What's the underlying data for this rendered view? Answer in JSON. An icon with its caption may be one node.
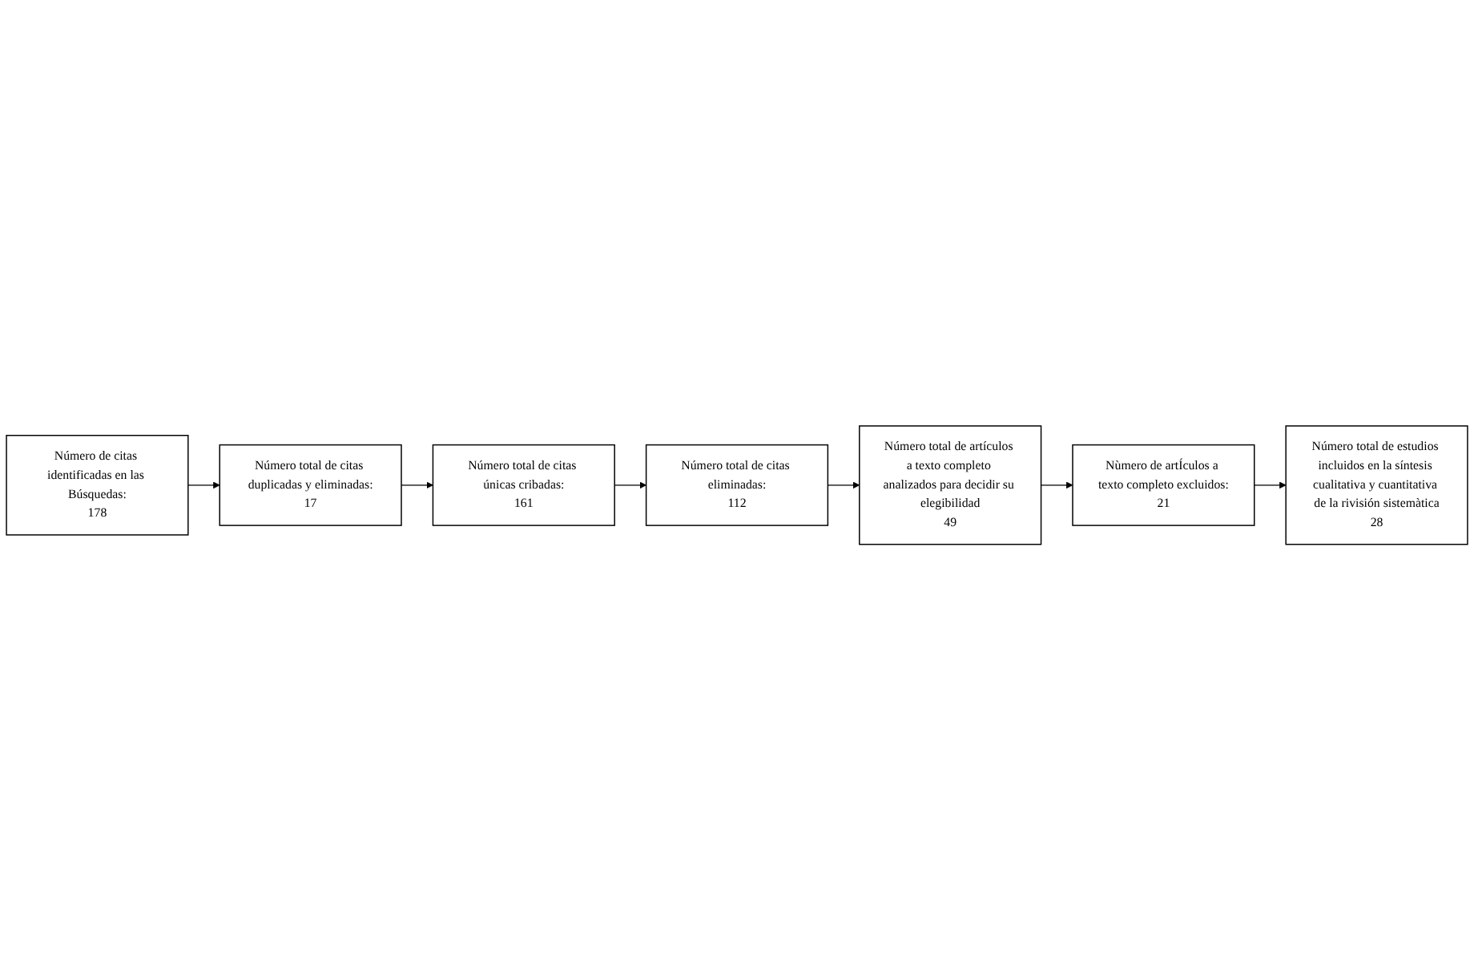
{
  "diagram": {
    "nodes": [
      {
        "text": [
          "Número de citas identificadas en las Búsquedas:",
          "178"
        ]
      },
      {
        "text": [
          "Número total de citas duplicadas y eliminadas:",
          "17"
        ]
      },
      {
        "text": [
          "Número total de citas únicas cribadas:",
          "161"
        ]
      },
      {
        "text": [
          "Número total de citas eliminadas:",
          "112"
        ]
      },
      {
        "text": [
          "Número total de artículos a texto completo analizados para decidir su elegibilidad",
          "49"
        ]
      },
      {
        "text": [
          "Nùmero de artÍculos a texto completo excluidos:",
          "21"
        ]
      },
      {
        "text": [
          "Número total de estudios incluidos en la síntesis cualitativa y cuantitativa de la rivisión sistemàtica",
          "28"
        ]
      }
    ],
    "edges": [
      {
        "from": 0,
        "to": 1,
        "arrow": "to"
      },
      {
        "from": 1,
        "to": 2,
        "arrow": "to"
      },
      {
        "from": 2,
        "to": 3,
        "arrow": "to"
      },
      {
        "from": 3,
        "to": 4,
        "arrow": "to"
      },
      {
        "from": 4,
        "to": 5,
        "arrow": "to"
      },
      {
        "from": 5,
        "to": 6,
        "arrow": "to"
      }
    ]
  }
}
